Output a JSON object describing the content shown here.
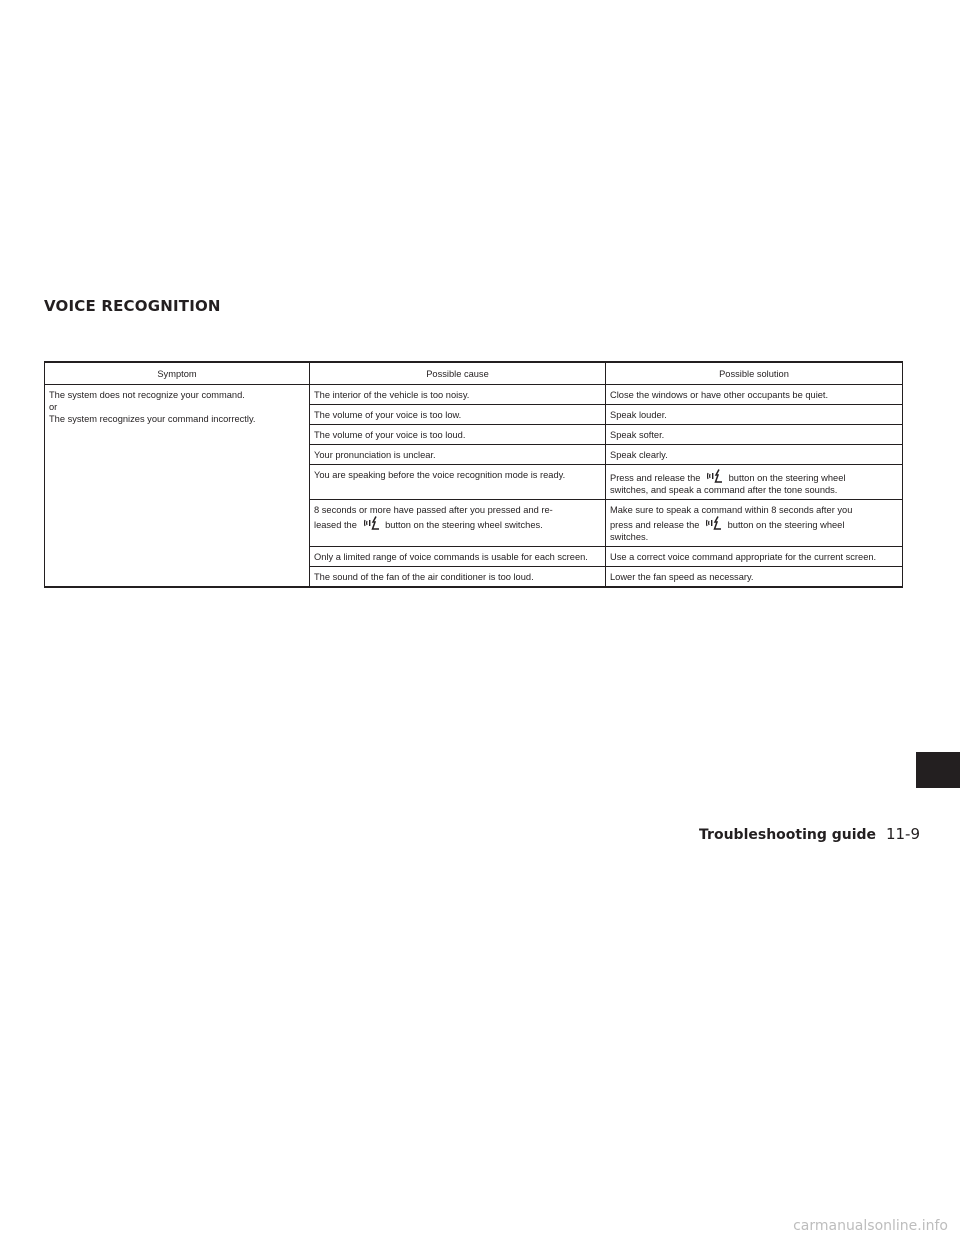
{
  "section_title": "VOICE RECOGNITION",
  "table": {
    "headers": {
      "symptom": "Symptom",
      "cause": "Possible cause",
      "solution": "Possible solution"
    },
    "symptom_lines": [
      "The system does not recognize your command.",
      "or",
      "The system recognizes your command incorrectly."
    ],
    "rows": [
      {
        "cause": "The interior of the vehicle is too noisy.",
        "solution": "Close the windows or have other occupants be quiet."
      },
      {
        "cause": "The volume of your voice is too low.",
        "solution": "Speak louder."
      },
      {
        "cause": "The volume of your voice is too loud.",
        "solution": "Speak softer."
      },
      {
        "cause": "Your pronunciation is unclear.",
        "solution": "Speak clearly."
      },
      {
        "cause": "You are speaking before the voice recognition mode is ready.",
        "solution_before": "Press and release the",
        "solution_after": "button on the steering wheel",
        "solution_end": "switches, and speak a command after the tone sounds."
      },
      {
        "cause_start": "8 seconds or more have passed after you pressed and re-",
        "cause_before": "leased the",
        "cause_after": "button on the steering wheel switches.",
        "solution_start": "Make sure to speak a command within 8 seconds after you",
        "solution_before": "press and release the",
        "solution_after": "button on the steering wheel",
        "solution_end": "switches."
      },
      {
        "cause": "Only a limited range of voice commands is usable for each screen.",
        "solution": "Use a correct voice command appropriate for the current screen."
      },
      {
        "cause": "The sound of the fan of the air conditioner is too loud.",
        "solution": "Lower the fan speed as necessary."
      }
    ]
  },
  "icons": {
    "talk_button": "steering-wheel-talk-icon"
  },
  "footer": {
    "guide": "Troubleshooting guide",
    "page": "11-9"
  },
  "watermark": "carmanualsonline.info"
}
